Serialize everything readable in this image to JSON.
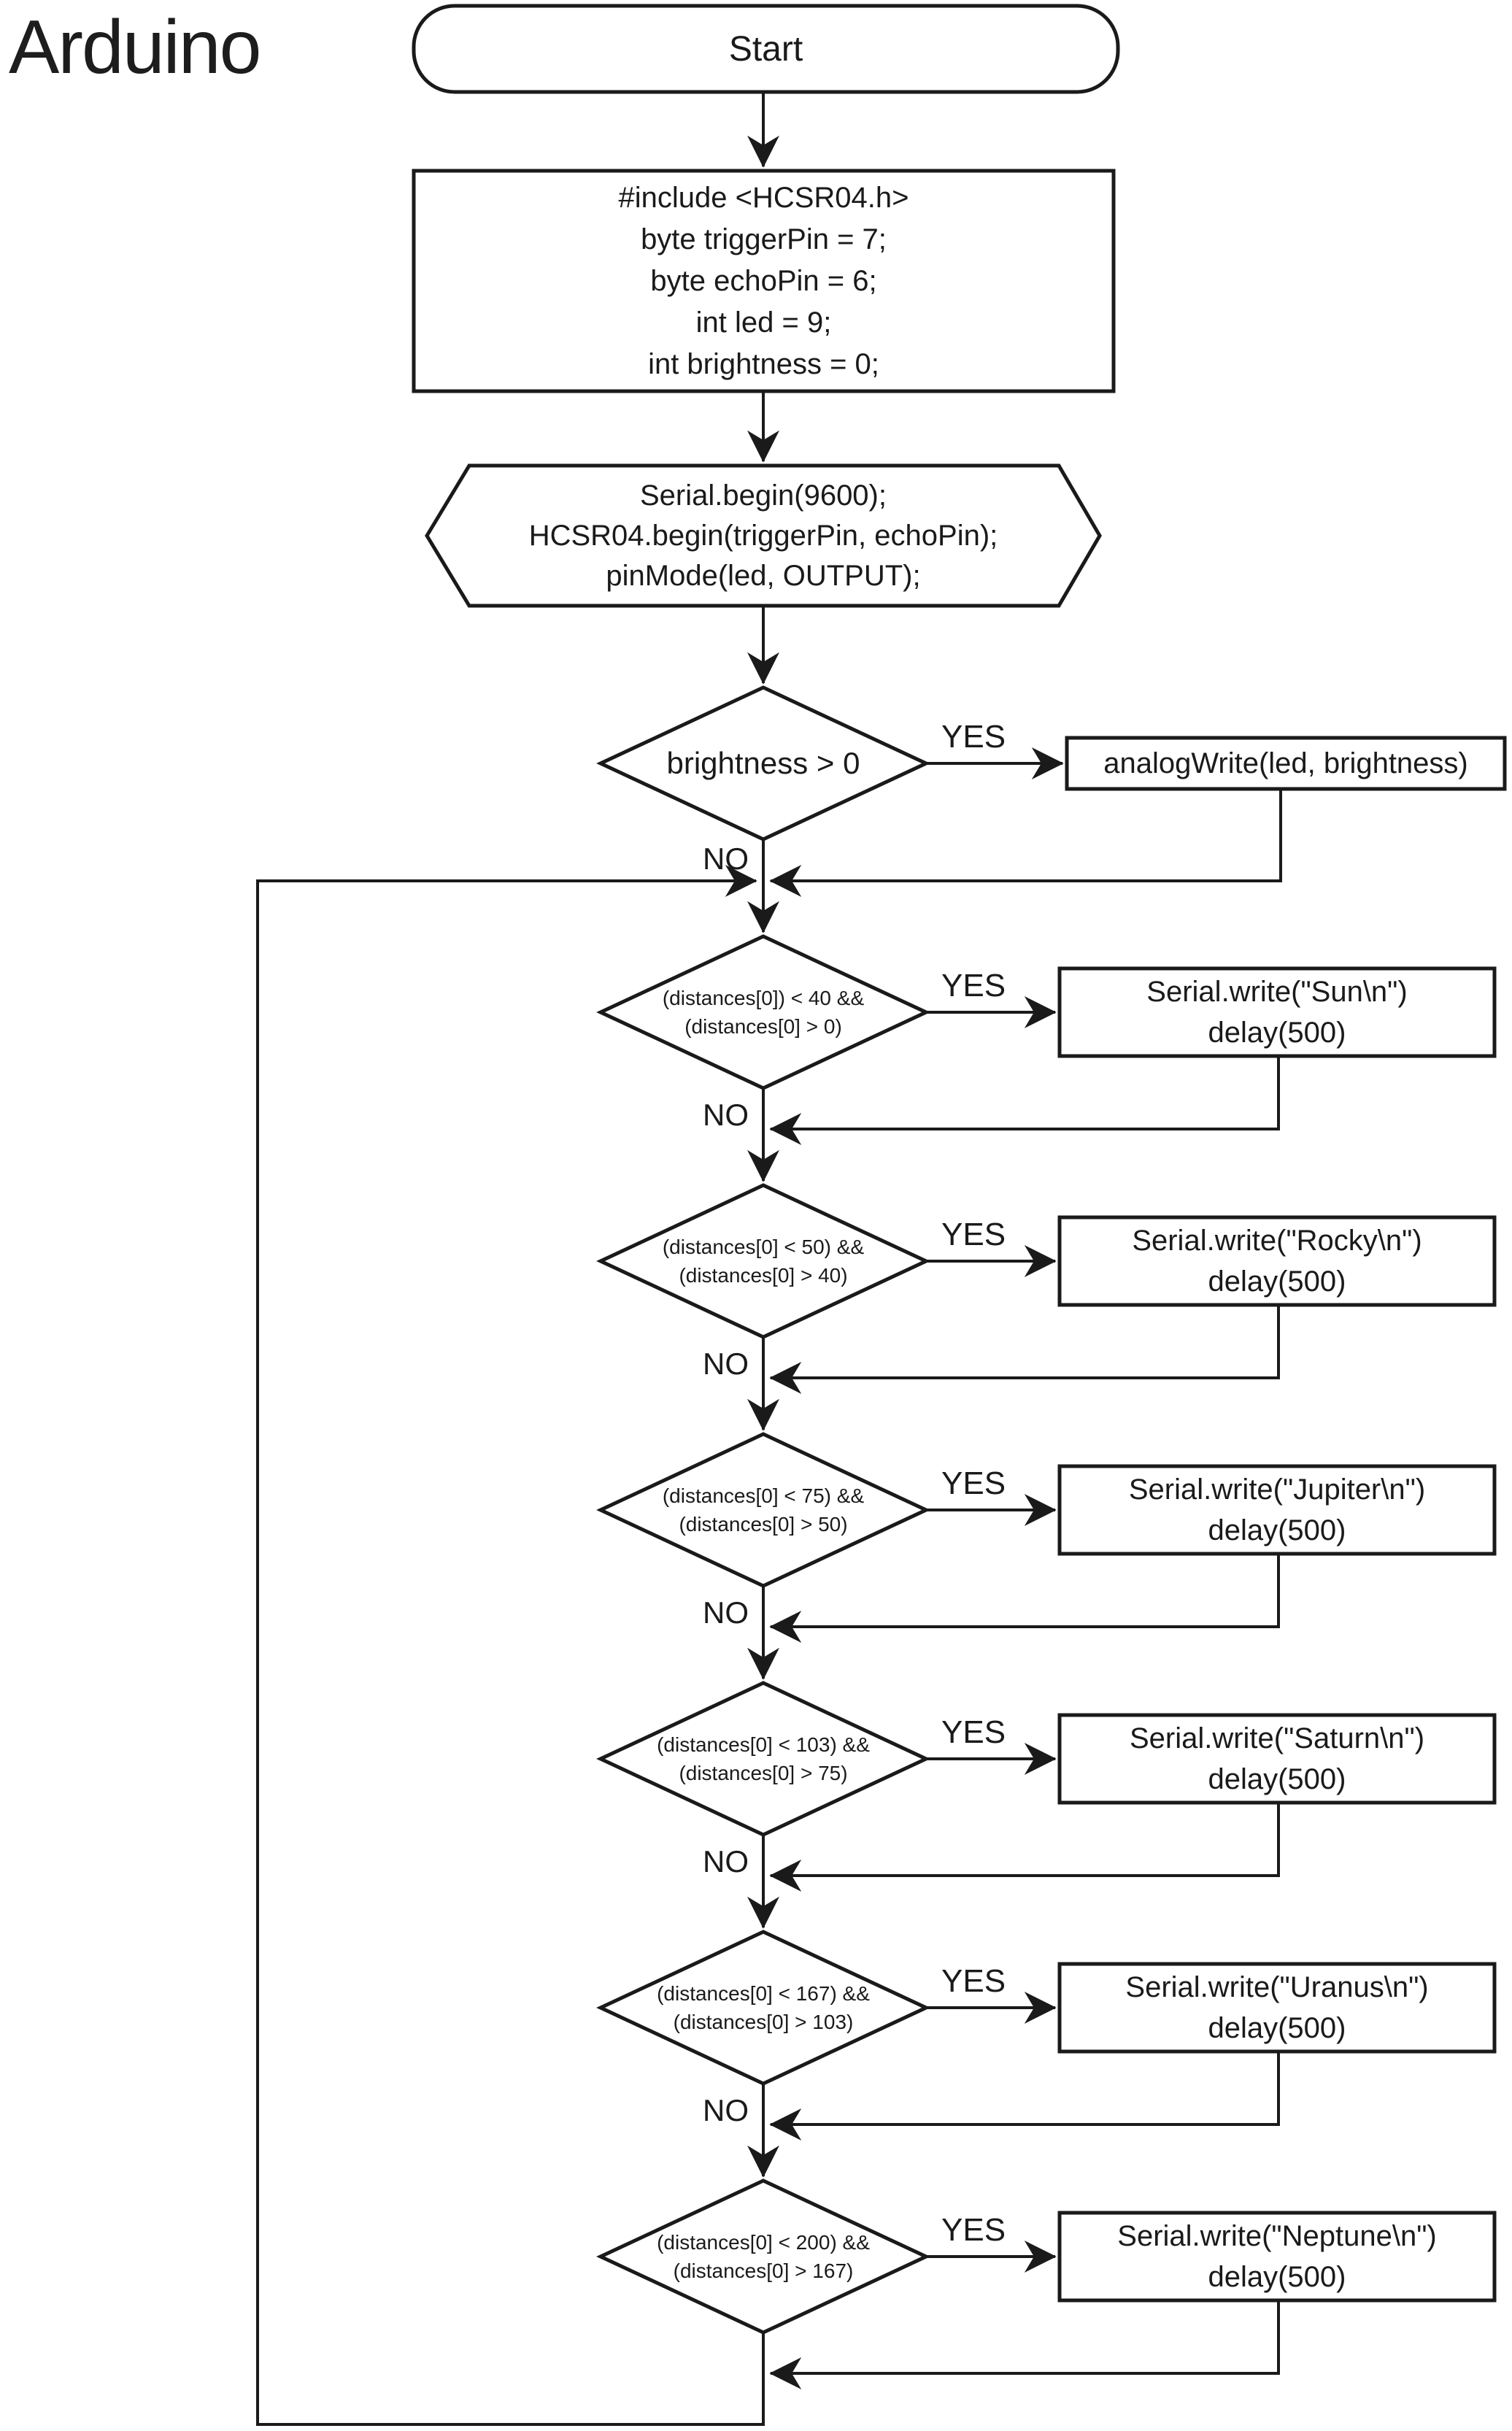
{
  "colors": {
    "ink": "#1a1a1a",
    "background": "#ffffff"
  },
  "title": "Arduino",
  "flowchart": {
    "start": {
      "label": "Start"
    },
    "init_block": {
      "lines": [
        "#include <HCSR04.h>",
        "byte triggerPin = 7;",
        "byte echoPin = 6;",
        "int led = 9;",
        "int brightness = 0;"
      ]
    },
    "setup_block": {
      "lines": [
        "Serial.begin(9600);",
        "HCSR04.begin(triggerPin, echoPin);",
        "pinMode(led, OUTPUT);"
      ]
    },
    "decisions": [
      {
        "condition_lines": [
          "brightness > 0"
        ],
        "yes_label": "YES",
        "no_label": "NO",
        "action_lines": [
          "analogWrite(led, brightness)"
        ]
      },
      {
        "condition_line1": "(distances[0]) < 40 &&",
        "condition_line2": "(distances[0] > 0)",
        "yes_label": "YES",
        "no_label": "NO",
        "action_line1": "Serial.write(\"Sun\\n\")",
        "action_line2": "delay(500)"
      },
      {
        "condition_line1": "(distances[0] < 50) &&",
        "condition_line2": "(distances[0] > 40)",
        "yes_label": "YES",
        "no_label": "NO",
        "action_line1": "Serial.write(\"Rocky\\n\")",
        "action_line2": "delay(500)"
      },
      {
        "condition_line1": "(distances[0] < 75) &&",
        "condition_line2": "(distances[0] > 50)",
        "yes_label": "YES",
        "no_label": "NO",
        "action_line1": "Serial.write(\"Jupiter\\n\")",
        "action_line2": "delay(500)"
      },
      {
        "condition_line1": "(distances[0] < 103) &&",
        "condition_line2": "(distances[0] > 75)",
        "yes_label": "YES",
        "no_label": "NO",
        "action_line1": "Serial.write(\"Saturn\\n\")",
        "action_line2": "delay(500)"
      },
      {
        "condition_line1": "(distances[0] < 167) &&",
        "condition_line2": "(distances[0] > 103)",
        "yes_label": "YES",
        "no_label": "NO",
        "action_line1": "Serial.write(\"Uranus\\n\")",
        "action_line2": "delay(500)"
      },
      {
        "condition_line1": "(distances[0] < 200) &&",
        "condition_line2": "(distances[0] > 167)",
        "yes_label": "YES",
        "action_line1": "Serial.write(\"Neptune\\n\")",
        "action_line2": "delay(500)"
      }
    ]
  }
}
